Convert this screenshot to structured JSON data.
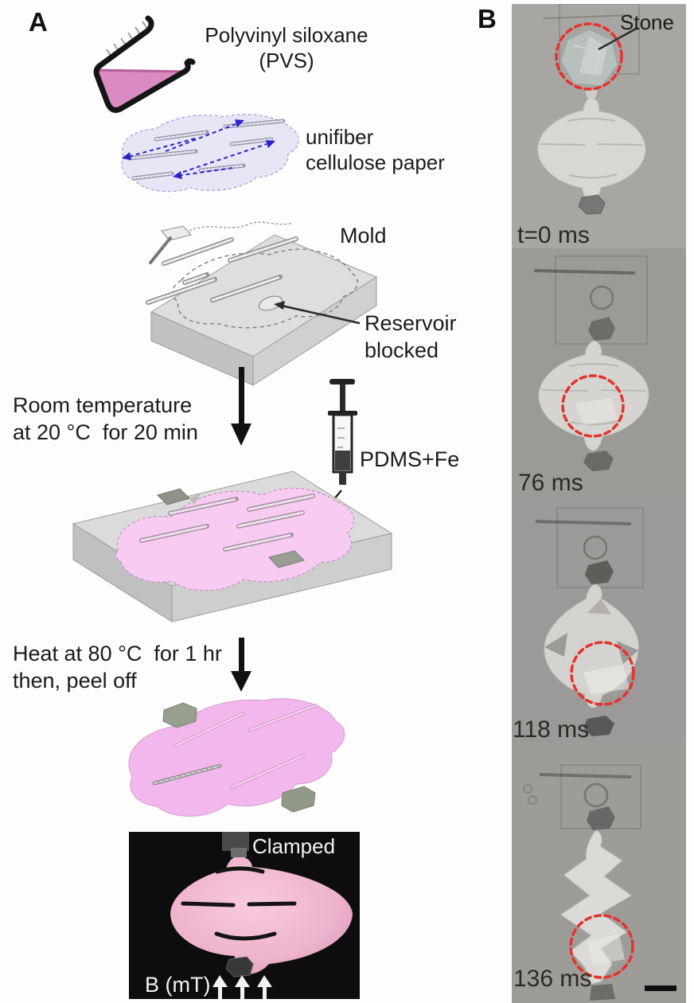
{
  "figure": {
    "panel_a": {
      "label": "A",
      "pvs": {
        "line1": "Polyvinyl siloxane",
        "line2": "(PVS)"
      },
      "paper": {
        "line1": "unifiber",
        "line2": "cellulose paper"
      },
      "mold_label": "Mold",
      "reservoir": {
        "line1": "Reservoir",
        "line2": "blocked"
      },
      "step1": {
        "line1": "Room temperature",
        "line2": "at 20 °C  for 20 min"
      },
      "syringe_label": "PDMS+Fe",
      "step2": {
        "line1": "Heat at 80 °C  for 1 hr",
        "line2": "then, peel off"
      },
      "photo": {
        "clamped_label": "Clamped",
        "field_label": "B (mT)"
      }
    },
    "panel_b": {
      "label": "B",
      "stone_label": "Stone",
      "frames": [
        {
          "time": "t=0 ms"
        },
        {
          "time": "76 ms"
        },
        {
          "time": "118 ms"
        },
        {
          "time": "136 ms"
        }
      ]
    },
    "colors": {
      "pvs_liquid": "#d98bc2",
      "paper": "#e7e6f7",
      "mold": "#dcdcdc",
      "film": "#f2b7ec",
      "highlight_red": "#e5322b",
      "photo_background": "#0d0d0d",
      "frame_gray": "#a8a6a3",
      "arrow_blue": "#2a23c9"
    }
  }
}
